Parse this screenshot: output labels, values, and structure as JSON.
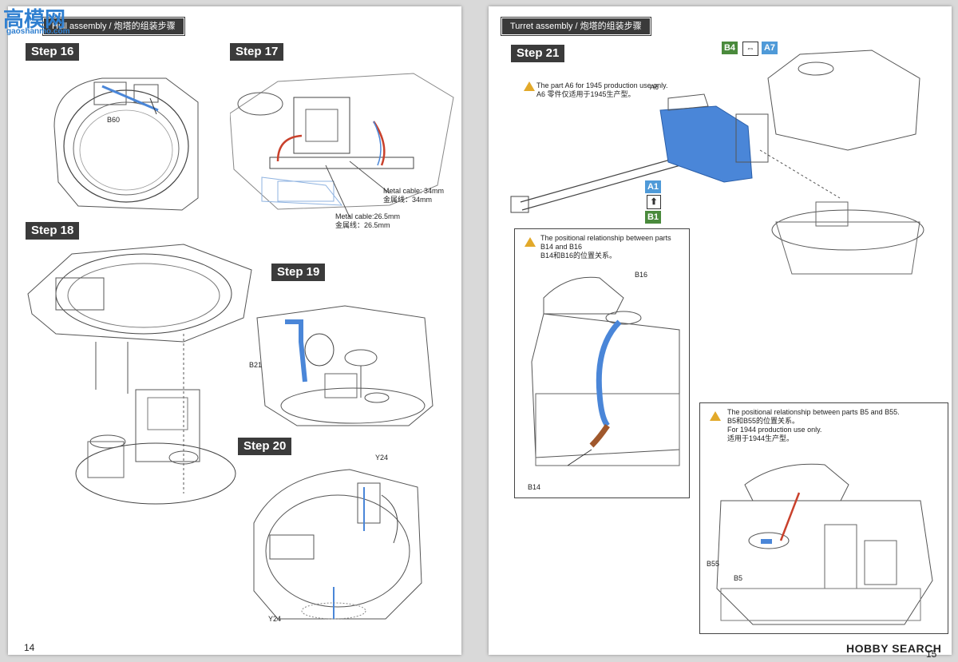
{
  "left_page": {
    "header": "Hull assembly / 炮塔的组装步骤",
    "page_number": "14",
    "steps": [
      "Step 16",
      "Step 17",
      "Step 18",
      "Step 19",
      "Step 20"
    ],
    "parts": {
      "b60": "B60",
      "b21": "B21",
      "y24_top": "Y24",
      "y24_bottom": "Y24"
    },
    "callouts": {
      "cable_34_en": "Metal cable: 34mm",
      "cable_34_cn": "金属线：34mm",
      "cable_265_en": "Metal cable:26.5mm",
      "cable_265_cn": "金属线：26.5mm"
    }
  },
  "right_page": {
    "header": "Turret assembly / 炮塔的组装步骤",
    "page_number": "15",
    "step": "Step 21",
    "parts": {
      "a6": "A6",
      "b4": "B4",
      "a7": "A7",
      "a1": "A1",
      "b1": "B1",
      "b16": "B16",
      "b14": "B14",
      "b55": "B55",
      "b5": "B5"
    },
    "notes": {
      "a6_en": "The part A6 for 1945 production use only.",
      "a6_cn": "A6 零件仅适用于1945生产型。",
      "b14_en_1": "The positional relationship between parts",
      "b14_en_2": "B14 and B16",
      "b14_cn": "B14和B16的位置关系。",
      "b5_en": "The positional relationship between parts B5 and B55.",
      "b5_cn": "B5和B55的位置关系。",
      "b5_prod_en": "For 1944 production use only.",
      "b5_prod_cn": "适用于1944生产型。"
    }
  },
  "watermarks": {
    "top_left": "高模网",
    "top_left_sub": "gaoshanmo.com",
    "bottom_right": "HOBBY SEARCH"
  },
  "colors": {
    "step_bg": "#3b3b3b",
    "highlight_blue": "#4a86d8",
    "cable_red": "#c9412c",
    "badge_blue": "#4f9ad8",
    "badge_green": "#4a8a3c",
    "warn_yellow": "#e2a92a"
  }
}
